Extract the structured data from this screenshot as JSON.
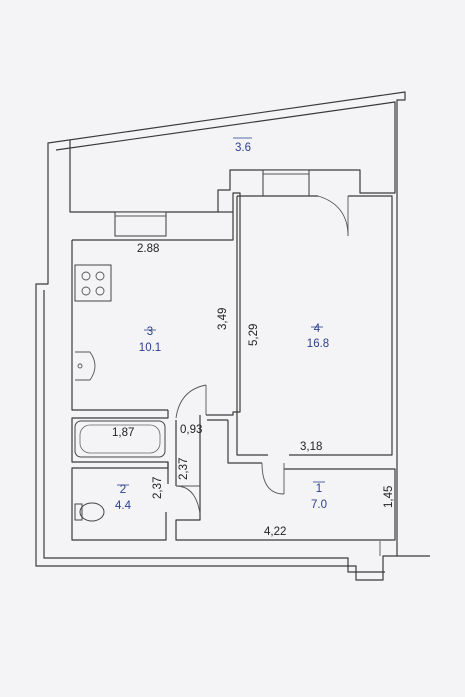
{
  "rooms": [
    {
      "number": "1",
      "area": "7.0"
    },
    {
      "number": "2",
      "area": "4.4"
    },
    {
      "number": "3",
      "area": "10.1"
    },
    {
      "number": "4",
      "area": "16.8"
    }
  ],
  "balcony": {
    "area": "3.6"
  },
  "dimensions": {
    "kitchen_width": "2.88",
    "kitchen_height": "3,49",
    "room_height": "5,29",
    "room_width": "3,18",
    "bath_width": "1,87",
    "corridor_width": "0,93",
    "wc_height_left": "2,37",
    "wc_height_right": "2,37",
    "hall_width": "4,22",
    "hall_height": "1,45"
  }
}
